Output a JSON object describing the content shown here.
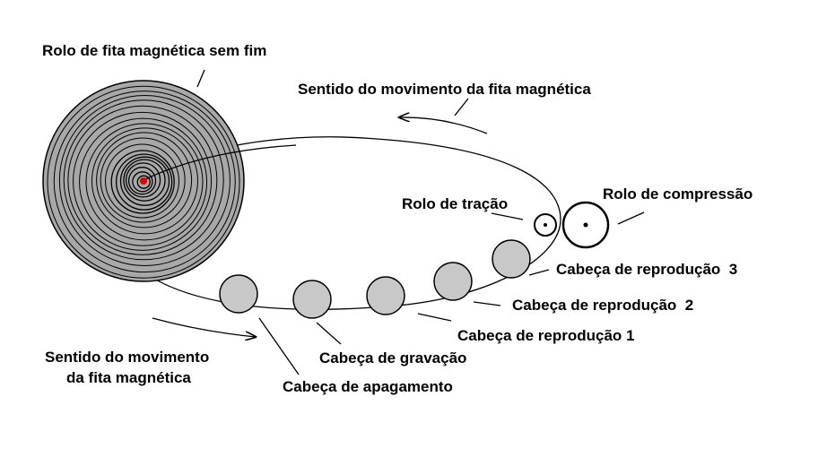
{
  "labels": {
    "reel": "Rolo de fita magnética sem fim",
    "direction_top": "Sentido do movimento da fita magnética",
    "capstan": "Rolo de tração",
    "pinch_roller": "Rolo de compressão",
    "playback3": "Cabeça de reprodução  3",
    "playback2": "Cabeça de reprodução  2",
    "playback1": "Cabeça de reprodução 1",
    "recording": "Cabeça de gravação",
    "erase": "Cabeça de apagamento",
    "direction_bottom_line1": "Sentido do movimento",
    "direction_bottom_line2": "da fita magnética"
  },
  "colors": {
    "reel_fill": "#a8a8a8",
    "head_fill": "#c8c8c8",
    "center_dot": "#e00000",
    "ink": "#000000"
  }
}
